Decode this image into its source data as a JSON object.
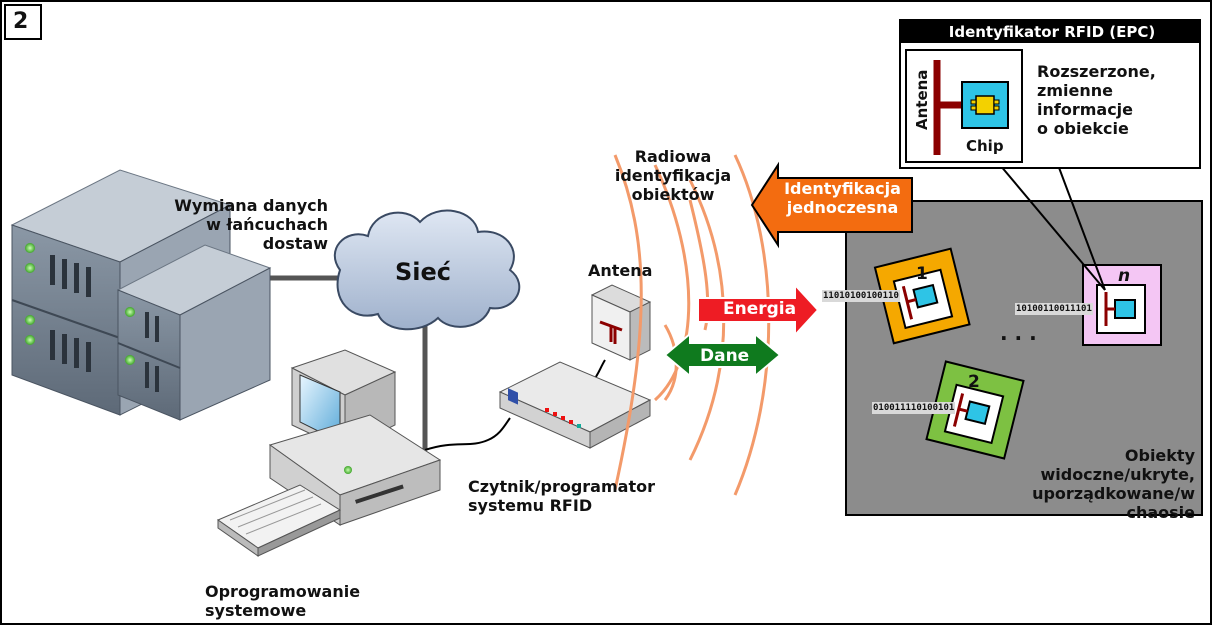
{
  "figure": {
    "number": "2",
    "server_label": [
      "Wymiana danych",
      "w łańcuchach",
      "dostaw"
    ],
    "network_label": "Sieć",
    "software_label": [
      "Oprogramowanie",
      "systemowe"
    ],
    "reader_label": [
      "Czytnik/programator",
      "systemu RFID"
    ],
    "antenna_label": "Antena",
    "radio_label": [
      "Radiowa",
      "identyfikacja",
      "obiektów"
    ],
    "arrow_identification": [
      "Identyfikacja",
      "jednoczesna"
    ],
    "arrow_energy": "Energia",
    "arrow_data": "Dane",
    "tag_box_title": "Identyfikator RFID (EPC)",
    "tag_antenna_label": "Antena",
    "tag_chip_label": "Chip",
    "tag_info": [
      "Rozszerzone,",
      "zmienne",
      "informacje",
      "o obiekcie"
    ],
    "tags": [
      {
        "label": "1",
        "bits": "11010100100110",
        "color": "#f5a800"
      },
      {
        "label": "2",
        "bits": "010011110100101",
        "color": "#7dc142"
      },
      {
        "label": "n",
        "bits": "10100110011101",
        "color": "#f4c6f4"
      }
    ],
    "ellipsis": ". . .",
    "objects_label": [
      "Obiekty",
      "widoczne/ukryte,",
      "uporządkowane/w chaosie"
    ]
  },
  "colors": {
    "energy": "#ee1c24",
    "data": "#0f7a1e",
    "identification": "#f36c10",
    "objects_bg": "#8c8c8c",
    "cloud": "#b5c4da",
    "chip": "#2ec4e6"
  }
}
